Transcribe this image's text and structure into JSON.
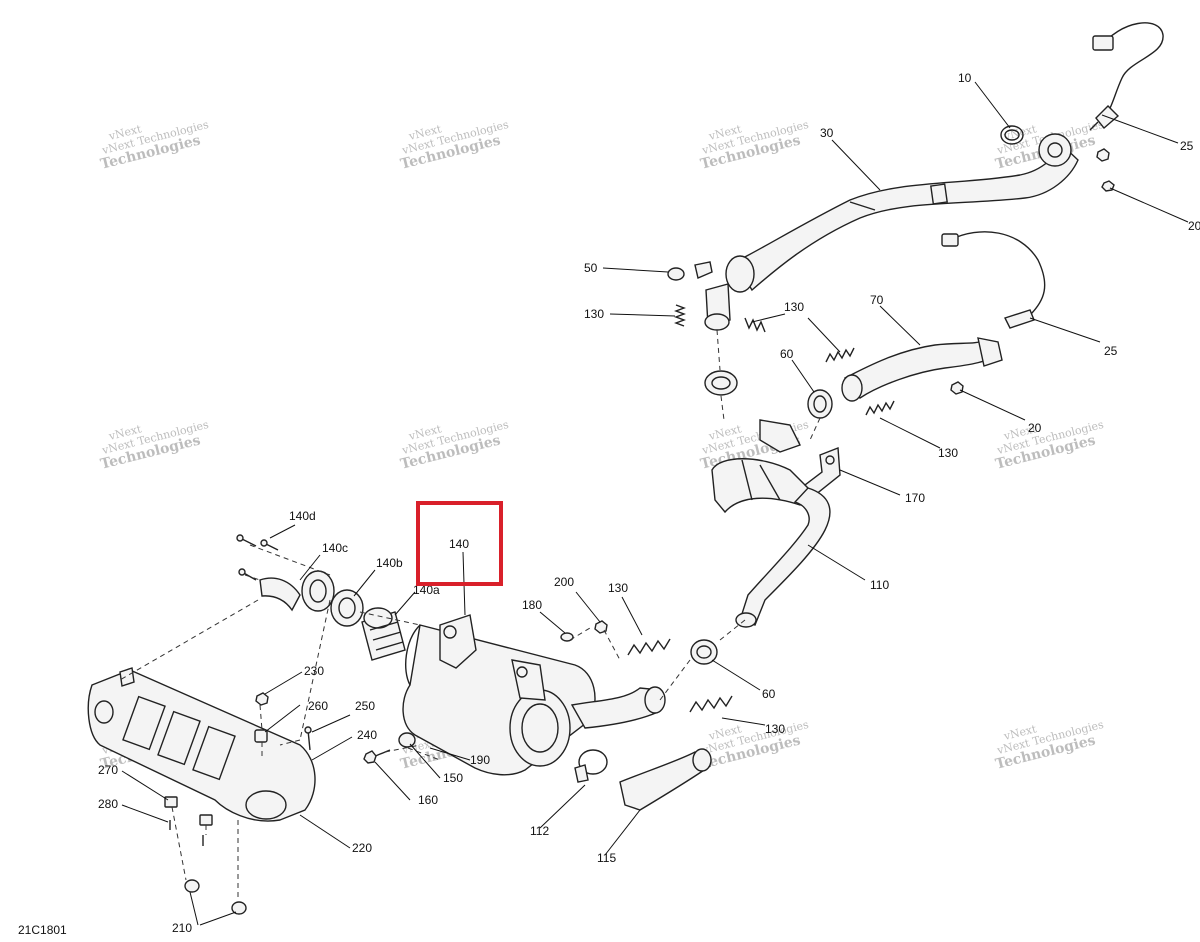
{
  "drawing_code": "21C1801",
  "watermark": {
    "line1": "vNext",
    "line2": "vNext Technologies",
    "line3": "Technologies"
  },
  "highlight_label": "140",
  "callouts": [
    {
      "id": "c10",
      "text": "10"
    },
    {
      "id": "c25a",
      "text": "25"
    },
    {
      "id": "c30",
      "text": "30"
    },
    {
      "id": "c20a",
      "text": "20"
    },
    {
      "id": "c50",
      "text": "50"
    },
    {
      "id": "c130a",
      "text": "130"
    },
    {
      "id": "c130b",
      "text": "130"
    },
    {
      "id": "c70",
      "text": "70"
    },
    {
      "id": "c25b",
      "text": "25"
    },
    {
      "id": "c60a",
      "text": "60"
    },
    {
      "id": "c20b",
      "text": "20"
    },
    {
      "id": "c130c",
      "text": "130"
    },
    {
      "id": "c170",
      "text": "170"
    },
    {
      "id": "c140d",
      "text": "140d"
    },
    {
      "id": "c140c",
      "text": "140c"
    },
    {
      "id": "c140b",
      "text": "140b"
    },
    {
      "id": "c140a",
      "text": "140a"
    },
    {
      "id": "c200",
      "text": "200"
    },
    {
      "id": "c180",
      "text": "180"
    },
    {
      "id": "c130d",
      "text": "130"
    },
    {
      "id": "c110",
      "text": "110"
    },
    {
      "id": "c60b",
      "text": "60"
    },
    {
      "id": "c130e",
      "text": "130"
    },
    {
      "id": "c230",
      "text": "230"
    },
    {
      "id": "c260",
      "text": "260"
    },
    {
      "id": "c250",
      "text": "250"
    },
    {
      "id": "c240",
      "text": "240"
    },
    {
      "id": "c190",
      "text": "190"
    },
    {
      "id": "c150",
      "text": "150"
    },
    {
      "id": "c160",
      "text": "160"
    },
    {
      "id": "c270",
      "text": "270"
    },
    {
      "id": "c280",
      "text": "280"
    },
    {
      "id": "c220",
      "text": "220"
    },
    {
      "id": "c112",
      "text": "112"
    },
    {
      "id": "c115",
      "text": "115"
    },
    {
      "id": "c210",
      "text": "210"
    }
  ]
}
